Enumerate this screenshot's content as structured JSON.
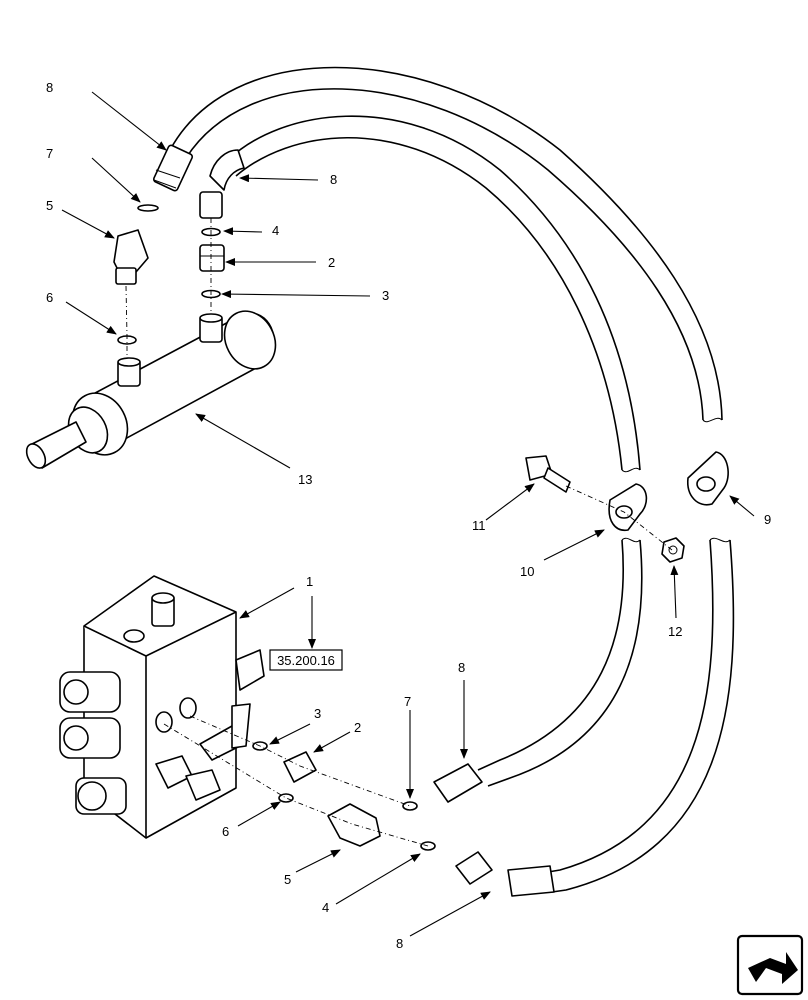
{
  "labels": {
    "l1": "1",
    "l2_top": "2",
    "l3_top": "3",
    "l4_top": "4",
    "l5_top": "5",
    "l6_top": "6",
    "l7_top": "7",
    "l8_topleft": "8",
    "l8_topright": "8",
    "l9": "9",
    "l10": "10",
    "l11": "11",
    "l12": "12",
    "l13": "13",
    "l2_bot": "2",
    "l3_bot": "3",
    "l4_bot": "4",
    "l5_bot": "5",
    "l6_bot": "6",
    "l7_bot": "7",
    "l8_mid": "8",
    "l8_bot": "8"
  },
  "reference_box": "35.200.16",
  "nav_icon": "next-page-arrow-icon"
}
